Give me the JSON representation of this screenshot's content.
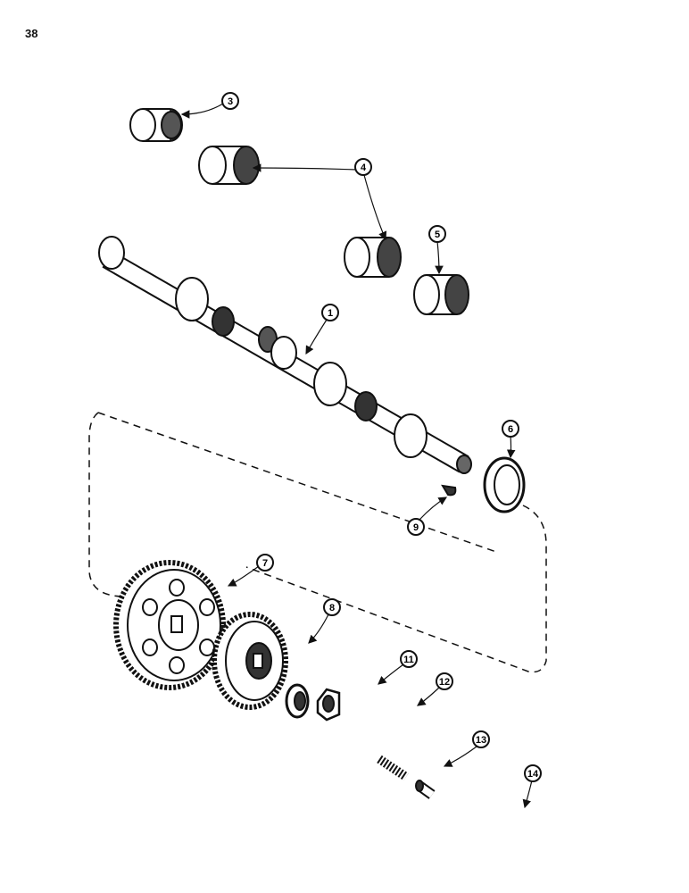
{
  "page_number": "38",
  "callouts": [
    {
      "id": "3",
      "label": "3"
    },
    {
      "id": "4",
      "label": "4"
    },
    {
      "id": "5",
      "label": "5"
    },
    {
      "id": "1",
      "label": "1"
    },
    {
      "id": "6",
      "label": "6"
    },
    {
      "id": "9",
      "label": "9"
    },
    {
      "id": "7",
      "label": "7"
    },
    {
      "id": "8",
      "label": "8"
    },
    {
      "id": "11",
      "label": "11"
    },
    {
      "id": "12",
      "label": "12"
    },
    {
      "id": "13",
      "label": "13"
    },
    {
      "id": "14",
      "label": "14"
    }
  ],
  "colors": {
    "ink": "#111111",
    "paper": "#ffffff"
  }
}
